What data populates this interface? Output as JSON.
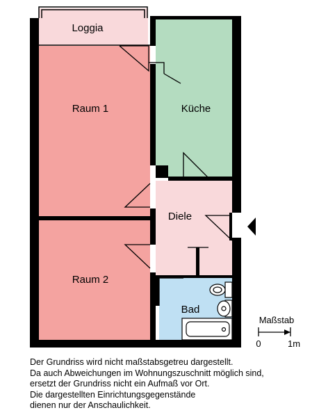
{
  "rooms": {
    "loggia": "Loggia",
    "raum1": "Raum 1",
    "kueche": "Küche",
    "diele": "Diele",
    "raum2": "Raum 2",
    "bad": "Bad"
  },
  "colors": {
    "loggia": "#f9d9db",
    "raum": "#f4a3a0",
    "kueche": "#b4dcc0",
    "diele": "#f9d9db",
    "bad": "#bfe0f3",
    "wall": "#000000"
  },
  "scale": {
    "title": "Maßstab",
    "start": "0",
    "end": "1m"
  },
  "notes": [
    "Der Grundriss wird nicht maßstabsgetreu dargestellt.",
    "Da auch Abweichungen im Wohnungszuschnitt möglich sind,",
    "ersetzt der Grundriss nicht ein Aufmaß vor Ort.",
    "Die dargestellten Einrichtungsgegenstände",
    "dienen nur der Anschaulichkeit."
  ]
}
